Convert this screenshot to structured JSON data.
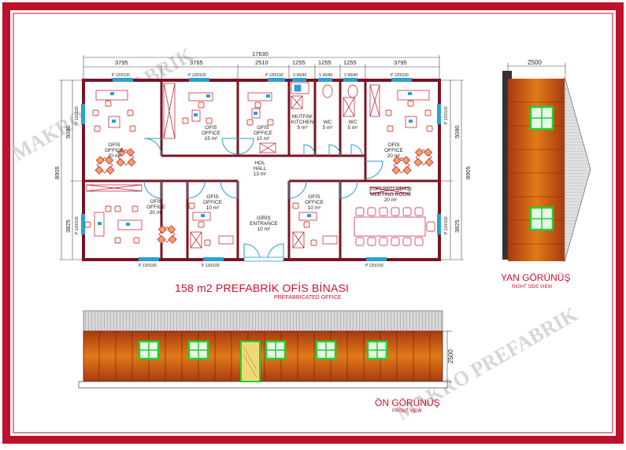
{
  "watermark": "MAKRO PREFABRIK",
  "plan": {
    "total_width": "17630",
    "segment_widths": [
      "3795",
      "3765",
      "2510",
      "1255",
      "1255",
      "1255",
      "3795"
    ],
    "left_total": "8905",
    "left_upper": "5080",
    "left_lower": "3825",
    "right_total": "8905",
    "right_upper": "5080",
    "right_lower": "3825",
    "window_top_labels": [
      "P 120/100",
      "P 120/100",
      "P 120/100",
      "V 60/40",
      "V 60/40",
      "V 60/40",
      "P 120/100"
    ],
    "window_bottom_labels": [
      "P 120/100",
      "P 120/100",
      "P 120/100"
    ],
    "window_side_labels": [
      "P 120/100",
      "P 120/100",
      "P 120/100",
      "P 120/100"
    ],
    "rooms": {
      "office1": [
        "OFİS",
        "OFFICE",
        "20 m²"
      ],
      "office2": [
        "OFİS",
        "OFFICE",
        "15 m²"
      ],
      "office3": [
        "OFİS",
        "OFFICE",
        "10 m²"
      ],
      "kitchen": [
        "MUTFAK",
        "KITCHEN",
        "5 m²"
      ],
      "wc1": [
        "WC",
        "5 m²"
      ],
      "wc2": [
        "WC",
        "5 m²"
      ],
      "office4": [
        "OFİS",
        "OFFICE",
        "20 m²"
      ],
      "hall": [
        "HOL",
        "HALL",
        "13 m²"
      ],
      "office5": [
        "OFİS",
        "OFFICE",
        "20 m²"
      ],
      "office6": [
        "OFİS",
        "OFFICE",
        "10 m²"
      ],
      "entrance": [
        "GİRİŞ",
        "ENTRANCE",
        "10 m²"
      ],
      "office7": [
        "OFİS",
        "OFFICE",
        "10 m²"
      ],
      "meeting": [
        "TOPLANTI ODASI",
        "MEETING ROOM",
        "20 m²"
      ]
    }
  },
  "title": "158 m2 PREFABRİK OFİS BİNASI",
  "subtitle": "PREFABRICATED OFFICE",
  "side_view": {
    "width_label": "2500",
    "title": "YAN GÖRÜNÜŞ",
    "subtitle": "RIGHT SIDE VIEW"
  },
  "front_view": {
    "height_label": "2500",
    "title": "ÖN GÖRÜNÜŞ",
    "subtitle": "FRONT VIEW"
  },
  "colors": {
    "border": "#b8102a",
    "wall": "#7a1422",
    "wood": "#d06a10",
    "window_frame": "#20d030",
    "window_glass": "#e8f8e8",
    "door_swing": "#20a0c8",
    "label_red": "#d0102a",
    "roof": "#c8c8c8"
  }
}
